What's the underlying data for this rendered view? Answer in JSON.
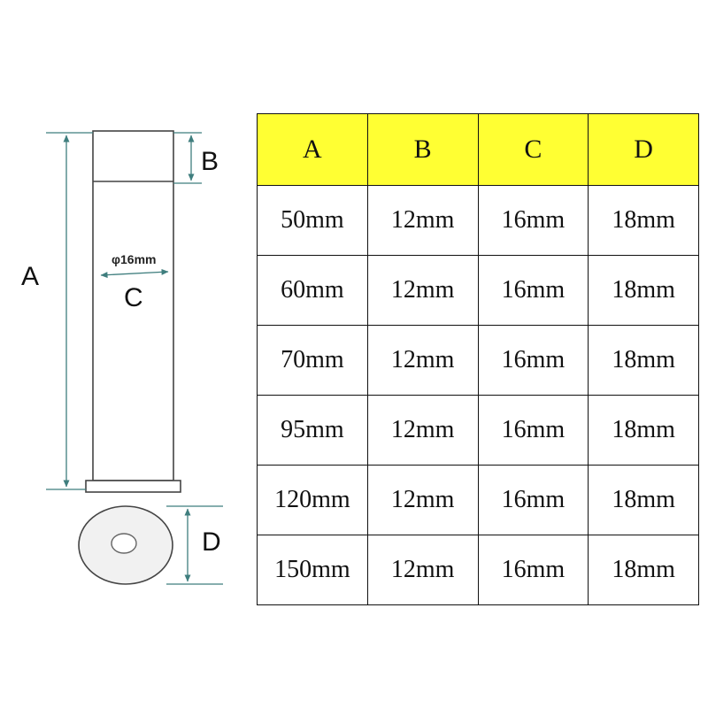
{
  "diagram": {
    "label_a": "A",
    "label_b": "B",
    "label_c": "C",
    "label_d": "D",
    "diameter_note": "φ16mm"
  },
  "table": {
    "headers": [
      "A",
      "B",
      "C",
      "D"
    ],
    "rows": [
      [
        "50mm",
        "12mm",
        "16mm",
        "18mm"
      ],
      [
        "60mm",
        "12mm",
        "16mm",
        "18mm"
      ],
      [
        "70mm",
        "12mm",
        "16mm",
        "18mm"
      ],
      [
        "95mm",
        "12mm",
        "16mm",
        "18mm"
      ],
      [
        "120mm",
        "12mm",
        "16mm",
        "18mm"
      ],
      [
        "150mm",
        "12mm",
        "16mm",
        "18mm"
      ]
    ]
  },
  "colors": {
    "header_bg": "#ffff33",
    "dimension_line": "#3f7e7e",
    "outline": "#444444"
  }
}
